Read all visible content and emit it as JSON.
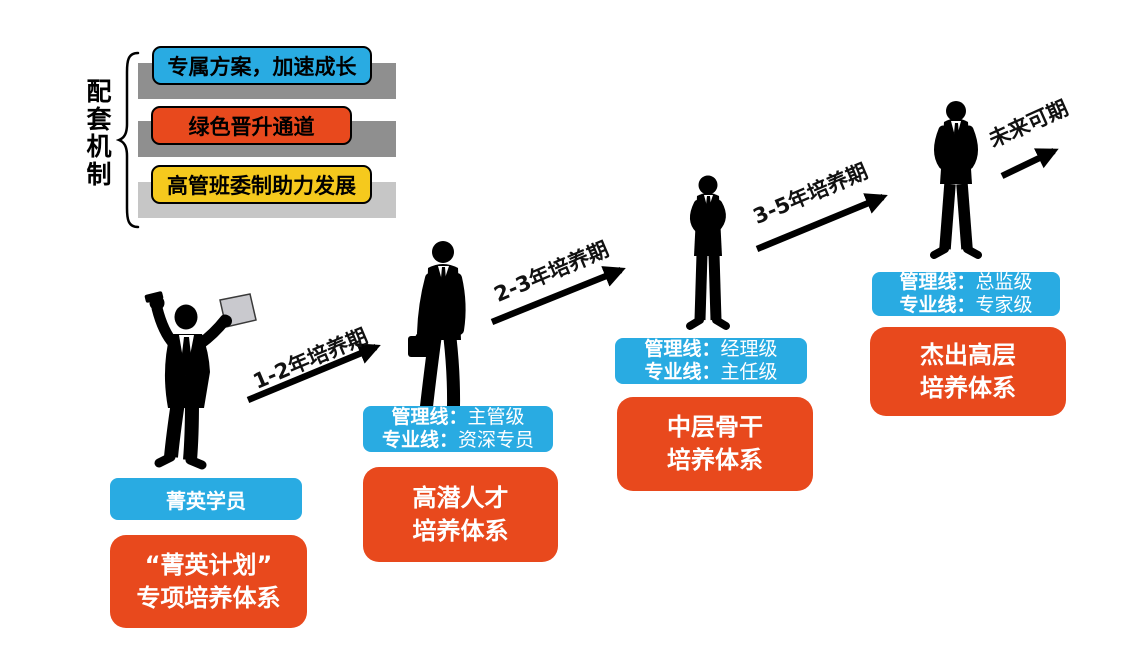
{
  "colors": {
    "blue": "#29ABE2",
    "orange": "#E8491D",
    "yellow": "#F5C91D",
    "gray_bar_dark": "#8F8F8F",
    "gray_bar_light": "#C6C6C6",
    "arrow_black": "#000000",
    "text_on_badges": "#FFFFFF"
  },
  "mechanism": {
    "title": "配套机制",
    "items": [
      {
        "label": "专属方案，加速成长",
        "color": "#29ABE2"
      },
      {
        "label": "绿色晋升通道",
        "color": "#E8491D"
      },
      {
        "label": "高管班委制助力发展",
        "color": "#F5C91D"
      }
    ]
  },
  "stages": [
    {
      "figure_icon": "person-celebrating-silhouette",
      "name": "菁英学员",
      "arrow_label": "1-2年培养期",
      "program_lines": [
        "“菁英计划”",
        "专项培养体系"
      ]
    },
    {
      "figure_icon": "person-walking-briefcase-silhouette",
      "arrow_label": "2-3年培养期",
      "track": {
        "mgmt_label": "管理线：",
        "mgmt_value": "主管级",
        "prof_label": "专业线：",
        "prof_value": "资深专员"
      },
      "program_lines": [
        "高潜人才",
        "培养体系"
      ]
    },
    {
      "figure_icon": "person-standing-phone-silhouette",
      "arrow_label": "3-5年培养期",
      "track": {
        "mgmt_label": "管理线：",
        "mgmt_value": "经理级",
        "prof_label": "专业线：",
        "prof_value": "主任级"
      },
      "program_lines": [
        "中层骨干",
        "培养体系"
      ]
    },
    {
      "figure_icon": "person-standing-pockets-silhouette",
      "arrow_label": "未来可期",
      "track": {
        "mgmt_label": "管理线：",
        "mgmt_value": "总监级",
        "prof_label": "专业线：",
        "prof_value": "专家级"
      },
      "program_lines": [
        "杰出高层",
        "培养体系"
      ]
    }
  ]
}
